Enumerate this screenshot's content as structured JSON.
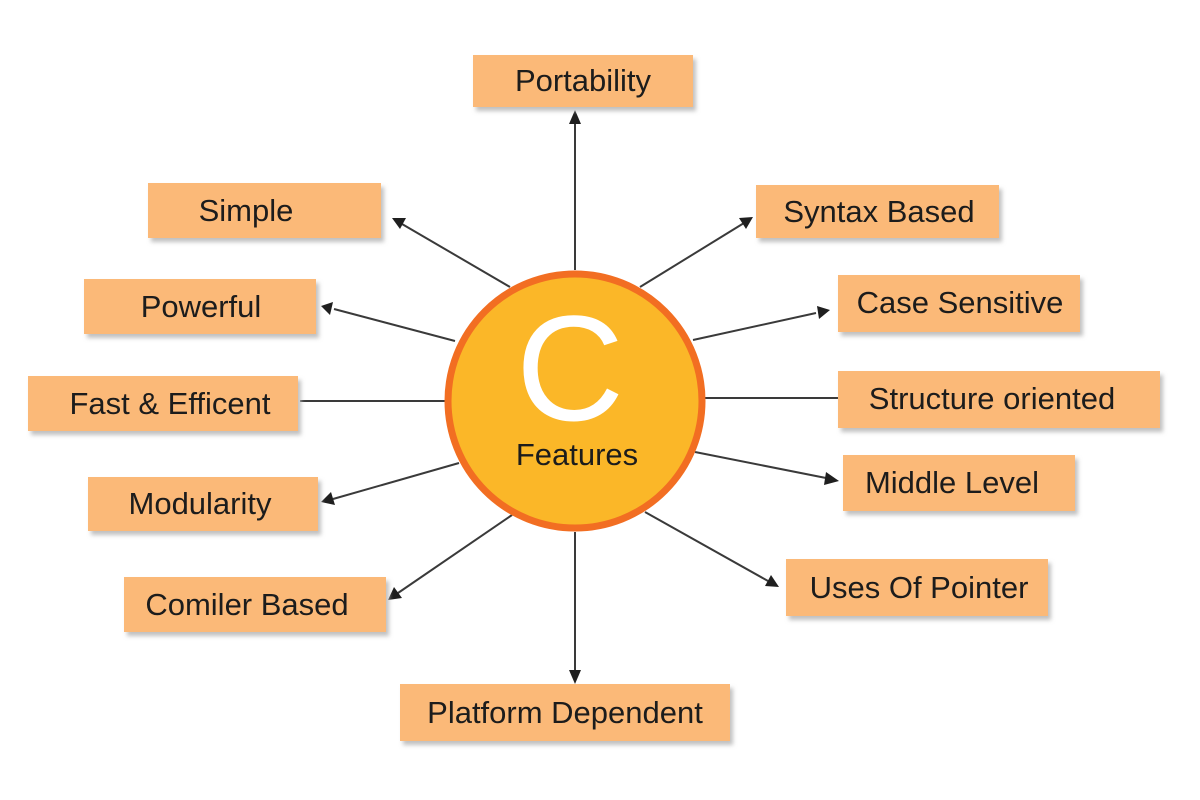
{
  "center": {
    "letter": "C",
    "label": "Features",
    "fill_color": "#fbb728",
    "ring_color": "#f26e22"
  },
  "box_color": "#fbb978",
  "features": [
    "Portability",
    "Simple",
    "Syntax Based",
    "Powerful",
    "Case Sensitive",
    "Fast & Efficent",
    "Structure oriented",
    "Modularity",
    "Middle Level",
    "Comiler Based",
    "Uses Of Pointer",
    "Platform Dependent"
  ]
}
